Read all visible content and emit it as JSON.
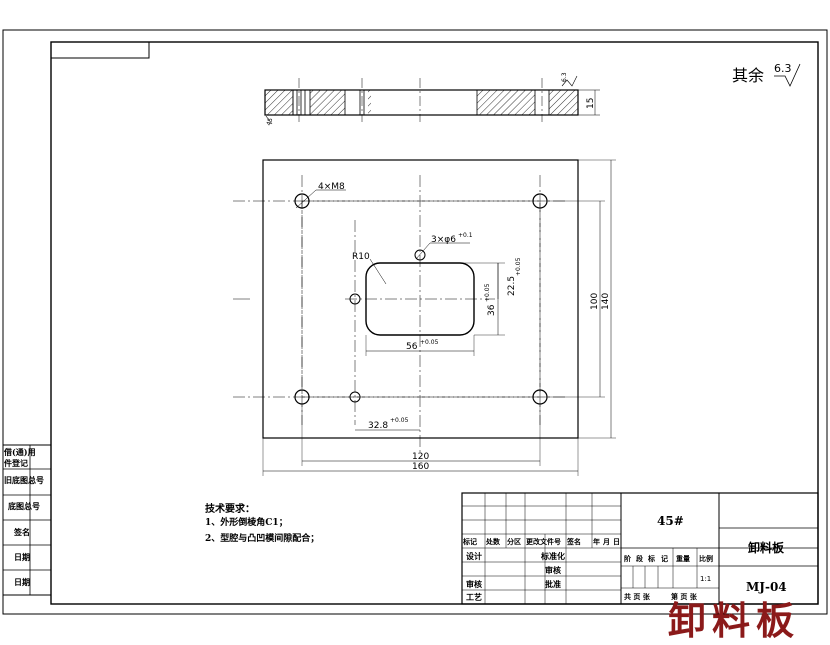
{
  "roughness": {
    "prefix": "其余",
    "value": "6.3"
  },
  "section": {
    "height_dim": "15",
    "edge_mark": "6.3",
    "mark_left": "45"
  },
  "plan": {
    "holes_callout": "4×M8",
    "pin_callout": "3×φ6",
    "pin_tol": "+0.1",
    "radius_label": "R10",
    "dim_22": "22.5",
    "dim_22_tol": "+0.05",
    "dim_36": "36",
    "dim_36_tol": "+0.05",
    "dim_56": "56",
    "dim_56_tol": "+0.05",
    "dim_328": "32.8",
    "dim_328_tol": "+0.05",
    "dim_100": "100",
    "dim_140": "140",
    "dim_120": "120",
    "dim_160": "160"
  },
  "notes": {
    "title": "技术要求：",
    "lines": [
      "1、外形倒棱角C1；",
      "2、型腔与凸凹模间隙配合；"
    ]
  },
  "side_table": [
    "借(通)用",
    "件登记",
    "旧底图总号",
    "底图总号",
    "签名",
    "日期",
    "日期"
  ],
  "title_block": {
    "material": "45#",
    "name": "卸料板",
    "code": "MJ-04",
    "rev_headers": [
      "标记",
      "处数",
      "分区",
      "更改文件号",
      "签名",
      "年",
      "月",
      "日"
    ],
    "roles": [
      "设计",
      "审核",
      "工艺"
    ],
    "roles2": [
      "标准化",
      "审核",
      "批准"
    ],
    "stage_headers": [
      "阶",
      "段",
      "标",
      "记",
      "重量",
      "比例"
    ],
    "scale": "1:1",
    "sheets": "共 页 张",
    "sheet_no": "第 页 张"
  },
  "watermark": "卸料板"
}
